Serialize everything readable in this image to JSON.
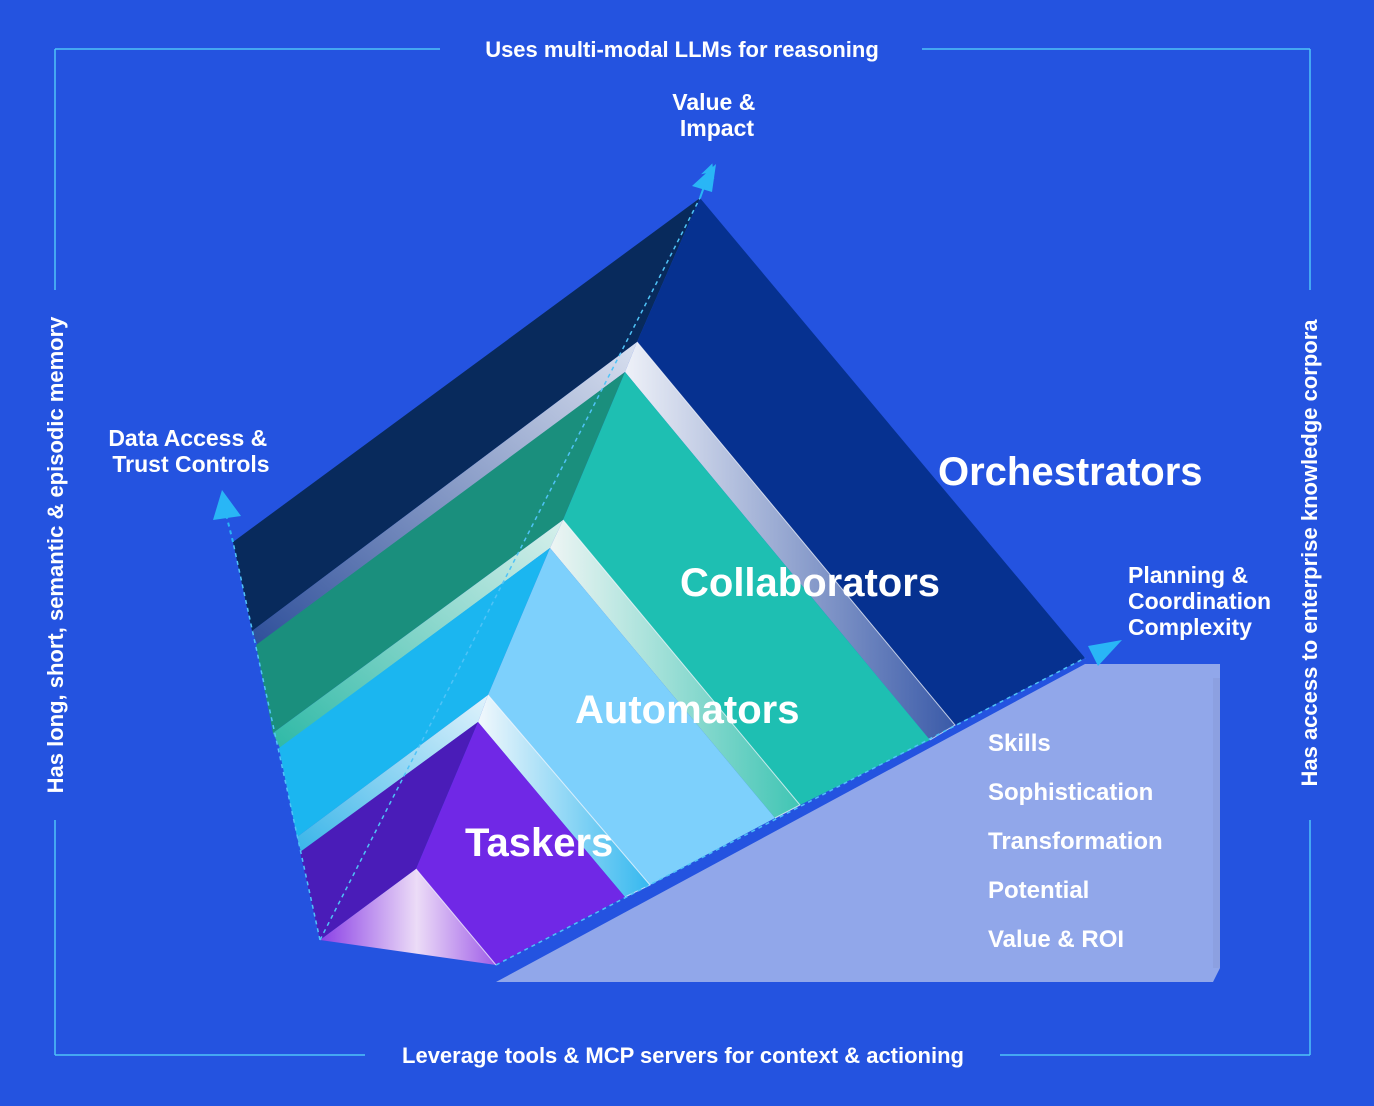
{
  "frame": {
    "top": "Uses multi-modal LLMs for reasoning",
    "bottom": "Leverage tools & MCP servers for context & actioning",
    "left": "Has long, short, semantic & episodic memory",
    "right": "Has access to enterprise knowledge corpora"
  },
  "axes": {
    "value_impact": [
      "Value &",
      "Impact"
    ],
    "data_access": [
      "Data Access &",
      "Trust Controls"
    ],
    "planning": [
      "Planning &",
      "Coordination",
      "Complexity"
    ]
  },
  "tiers": {
    "orchestrators": "Orchestrators",
    "collaborators": "Collaborators",
    "automators": "Automators",
    "taskers": "Taskers"
  },
  "metrics": [
    "Skills",
    "Sophistication",
    "Transformation",
    "Potential",
    "Value & ROI"
  ],
  "colors": {
    "background": "#2453e0",
    "frame_line": "#4fc3f7",
    "arrow": "#29b6f6",
    "orchestrators_top": "#082a5c",
    "orchestrators_front": "#063190",
    "collaborators_top": "#1a8f7d",
    "collaborators_front": "#1ebfb2",
    "automators_top": "#1bb6f0",
    "automators_front": "#7dd0fc",
    "taskers_top": "#4a1cb8",
    "taskers_front": "#7028e6",
    "metrics_panel": "#a9b9ec"
  }
}
